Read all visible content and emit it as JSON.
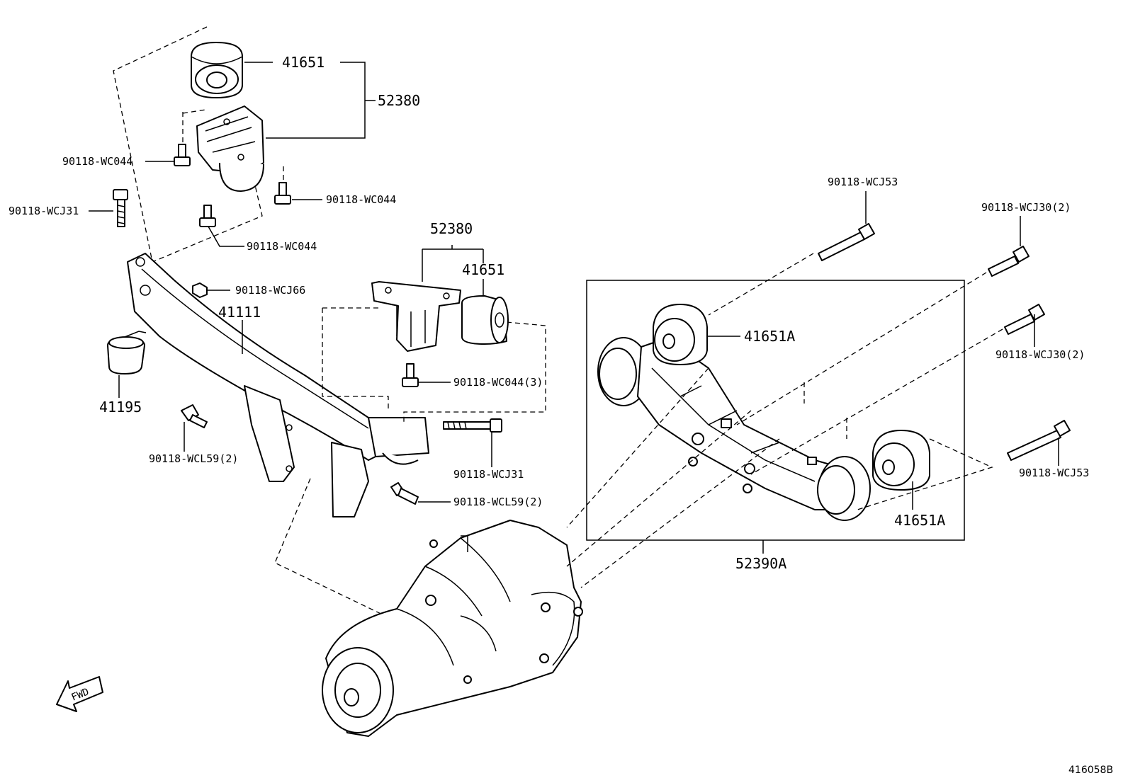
{
  "labels": {
    "l41651_top": "41651",
    "l52380_top": "52380",
    "l_wc044_a": "90118-WC044",
    "l_wc044_b": "90118-WC044",
    "l_wc044_c": "90118-WC044",
    "l_wcj31_a": "90118-WCJ31",
    "l_wcj66": "90118-WCJ66",
    "l41111": "41111",
    "l41195": "41195",
    "l_wcl59_a": "90118-WCL59(2)",
    "l52380_mid": "52380",
    "l41651_mid": "41651",
    "l_wc044_3": "90118-WC044(3)",
    "l_wcj31_b": "90118-WCJ31",
    "l_wcl59_b": "90118-WCL59(2)",
    "l_wcj53_a": "90118-WCJ53",
    "l_wcj30_a": "90118-WCJ30(2)",
    "l41651a_top": "41651A",
    "l_wcj30_b": "90118-WCJ30(2)",
    "l_wcj53_b": "90118-WCJ53",
    "l41651a_bot": "41651A",
    "l52390a": "52390A",
    "fwd": "FWD",
    "diagram_id": "416058B"
  }
}
